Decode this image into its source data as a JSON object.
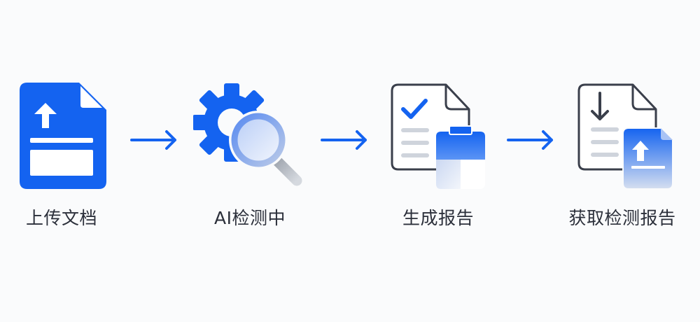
{
  "colors": {
    "primary": "#1463f0",
    "text": "#2b2f3a",
    "outline": "#3a3f4b",
    "line_gray": "#cfd4dc",
    "background": "#fafbfc"
  },
  "steps": [
    {
      "label": "上传文档",
      "icon": "upload-document-icon"
    },
    {
      "label": "AI检测中",
      "icon": "gear-magnifier-icon"
    },
    {
      "label": "生成报告",
      "icon": "report-checklist-icon"
    },
    {
      "label": "获取检测报告",
      "icon": "download-report-icon"
    }
  ],
  "arrows": [
    {
      "icon": "arrow-right-icon"
    },
    {
      "icon": "arrow-right-icon"
    },
    {
      "icon": "arrow-right-icon"
    }
  ]
}
